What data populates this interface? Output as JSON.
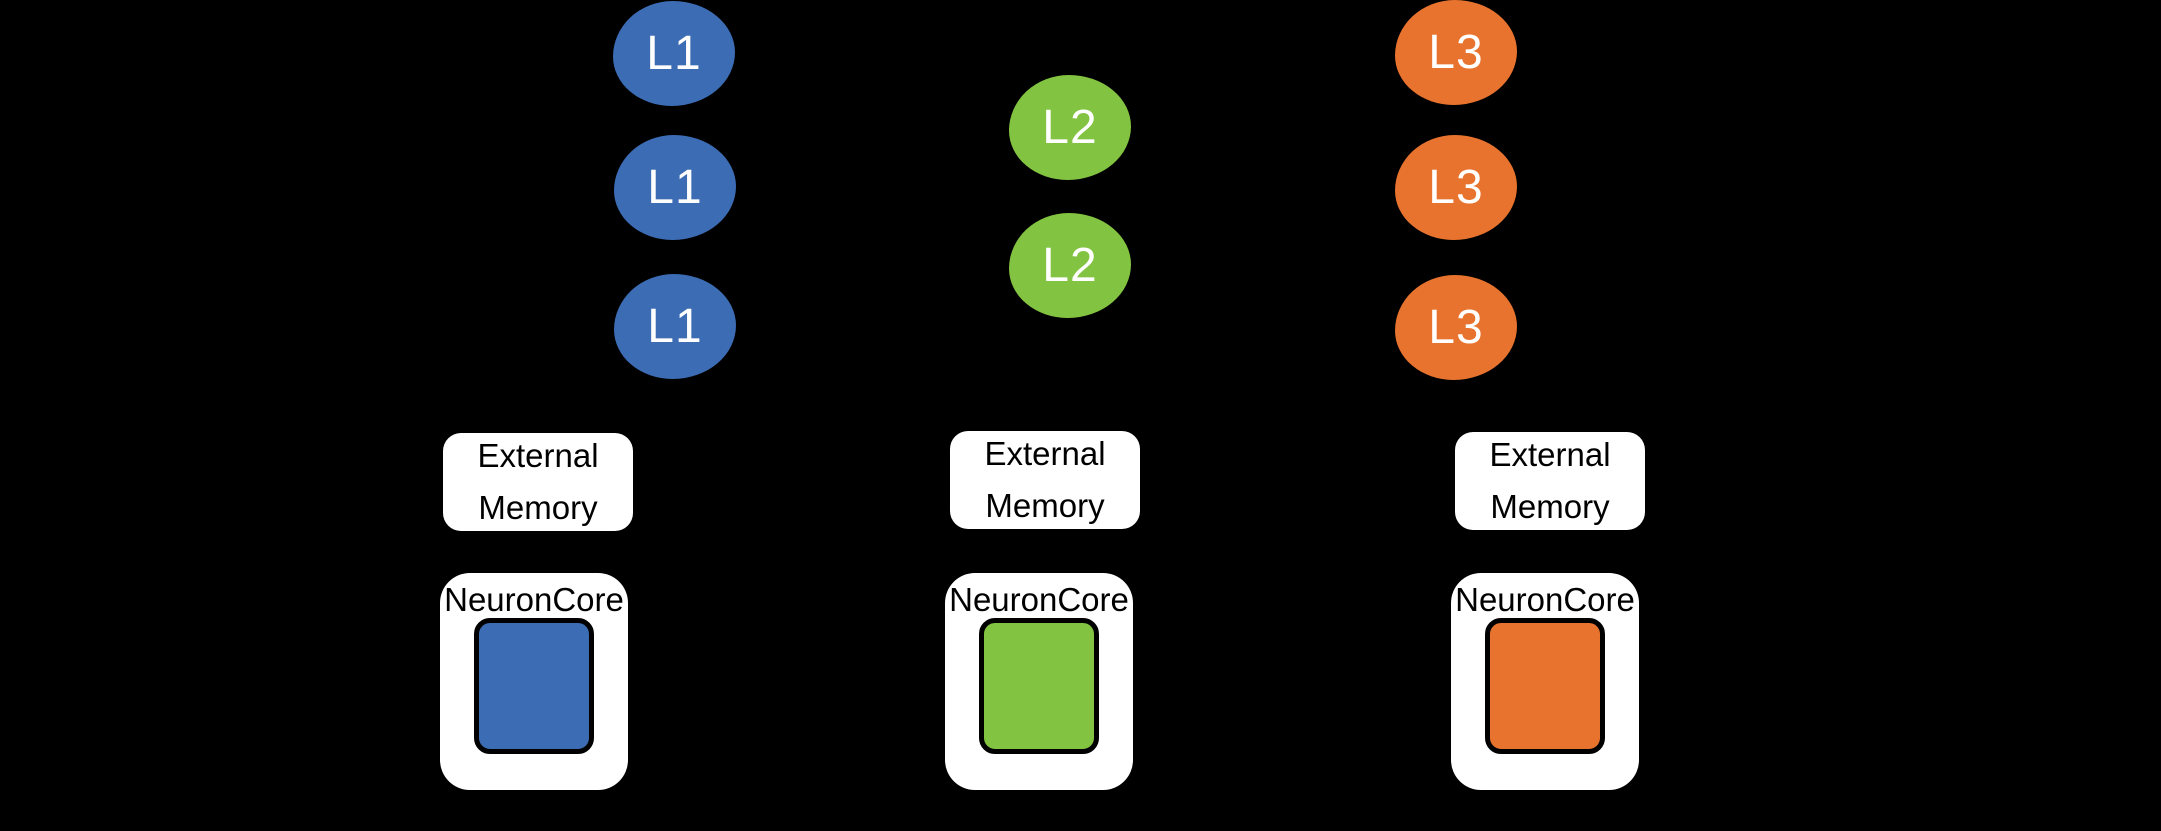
{
  "palette": {
    "canvas-bg": "#000000",
    "stage1": "#3C6CB4",
    "stage2": "#82C341",
    "stage3": "#E8732E",
    "box-bg": "#FFFFFF",
    "box-text": "#000000",
    "circle-text": "#FFFFFF"
  },
  "stages": [
    {
      "layer": "L1",
      "circle_count": 3,
      "external_memory_lines": [
        "External",
        "Memory"
      ],
      "core_label": "NeuronCore"
    },
    {
      "layer": "L2",
      "circle_count": 2,
      "external_memory_lines": [
        "External",
        "Memory"
      ],
      "core_label": "NeuronCore"
    },
    {
      "layer": "L3",
      "circle_count": 3,
      "external_memory_lines": [
        "External",
        "Memory"
      ],
      "core_label": "NeuronCore"
    }
  ]
}
